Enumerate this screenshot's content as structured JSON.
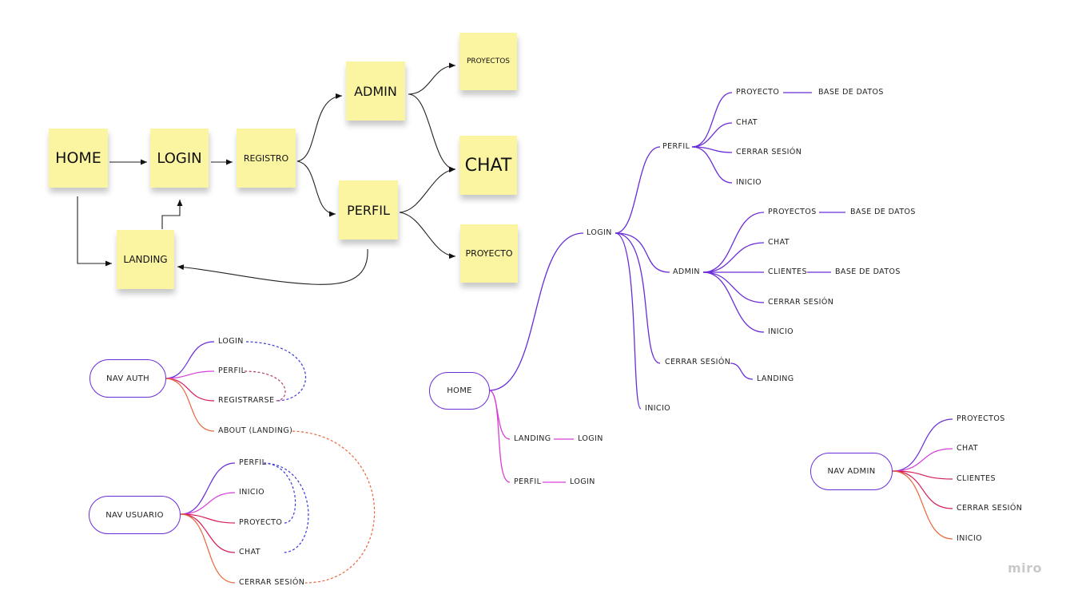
{
  "flow": {
    "home": "HOME",
    "login": "LOGIN",
    "registro": "REGISTRO",
    "admin": "ADMIN",
    "perfil": "PERFIL",
    "landing": "LANDING",
    "proyectos": "PROYECTOS",
    "chat": "CHAT",
    "proyecto": "PROYECTO"
  },
  "nav_auth": {
    "root": "NAV AUTH",
    "items": [
      "LOGIN",
      "PERFIL",
      "REGISTRARSE",
      "ABOUT (LANDING)"
    ]
  },
  "nav_usuario": {
    "root": "NAV USUARIO",
    "items": [
      "PERFIL",
      "INICIO",
      "PROYECTO",
      "CHAT",
      "CERRAR SESIÓN"
    ]
  },
  "sitemap": {
    "home": "HOME",
    "login": "LOGIN",
    "perfil": "PERFIL",
    "perfil_items": {
      "proyecto": "PROYECTO",
      "proyecto_db": "BASE DE DATOS",
      "chat": "CHAT",
      "cerrar": "CERRAR SESIÓN",
      "inicio": "INICIO"
    },
    "admin": "ADMIN",
    "admin_items": {
      "proyectos": "PROYECTOS",
      "proyectos_db": "BASE DE DATOS",
      "chat": "CHAT",
      "clientes": "CLIENTES",
      "clientes_db": "BASE DE DATOS",
      "cerrar": "CERRAR SESIÓN",
      "inicio": "INICIO"
    },
    "cerrar": "CERRAR SESIÓN",
    "cerrar_landing": "LANDING",
    "inicio": "INICIO",
    "landing": "LANDING",
    "landing_login": "LOGIN",
    "perfil2": "PERFIL",
    "perfil2_login": "LOGIN"
  },
  "nav_admin": {
    "root": "NAV ADMIN",
    "items": [
      "PROYECTOS",
      "CHAT",
      "CLIENTES",
      "CERRAR SESIÓN",
      "INICIO"
    ]
  },
  "brand": "miro",
  "colors": {
    "sticky": "#fbf5a2",
    "purple": "#6a2cd8",
    "magenta": "#d63fd6",
    "crimson": "#d81b5a",
    "orange": "#e8663a",
    "blue_dash": "#3a3ad8"
  }
}
